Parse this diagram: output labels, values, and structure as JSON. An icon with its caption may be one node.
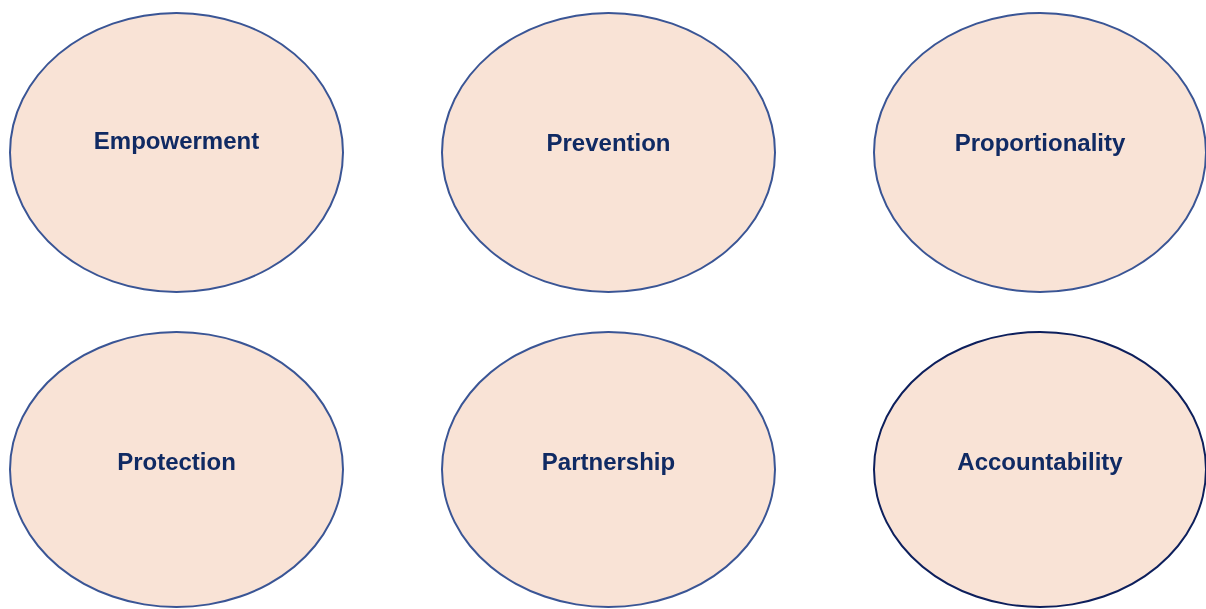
{
  "diagram": {
    "nodes": [
      {
        "text": [
          "Empowerment"
        ]
      },
      {
        "text": [
          "Prevention"
        ]
      },
      {
        "text": [
          "Proportionality"
        ]
      },
      {
        "text": [
          "Protection"
        ]
      },
      {
        "text": [
          "Partnership"
        ]
      },
      {
        "text": [
          "Accountability"
        ]
      }
    ]
  }
}
